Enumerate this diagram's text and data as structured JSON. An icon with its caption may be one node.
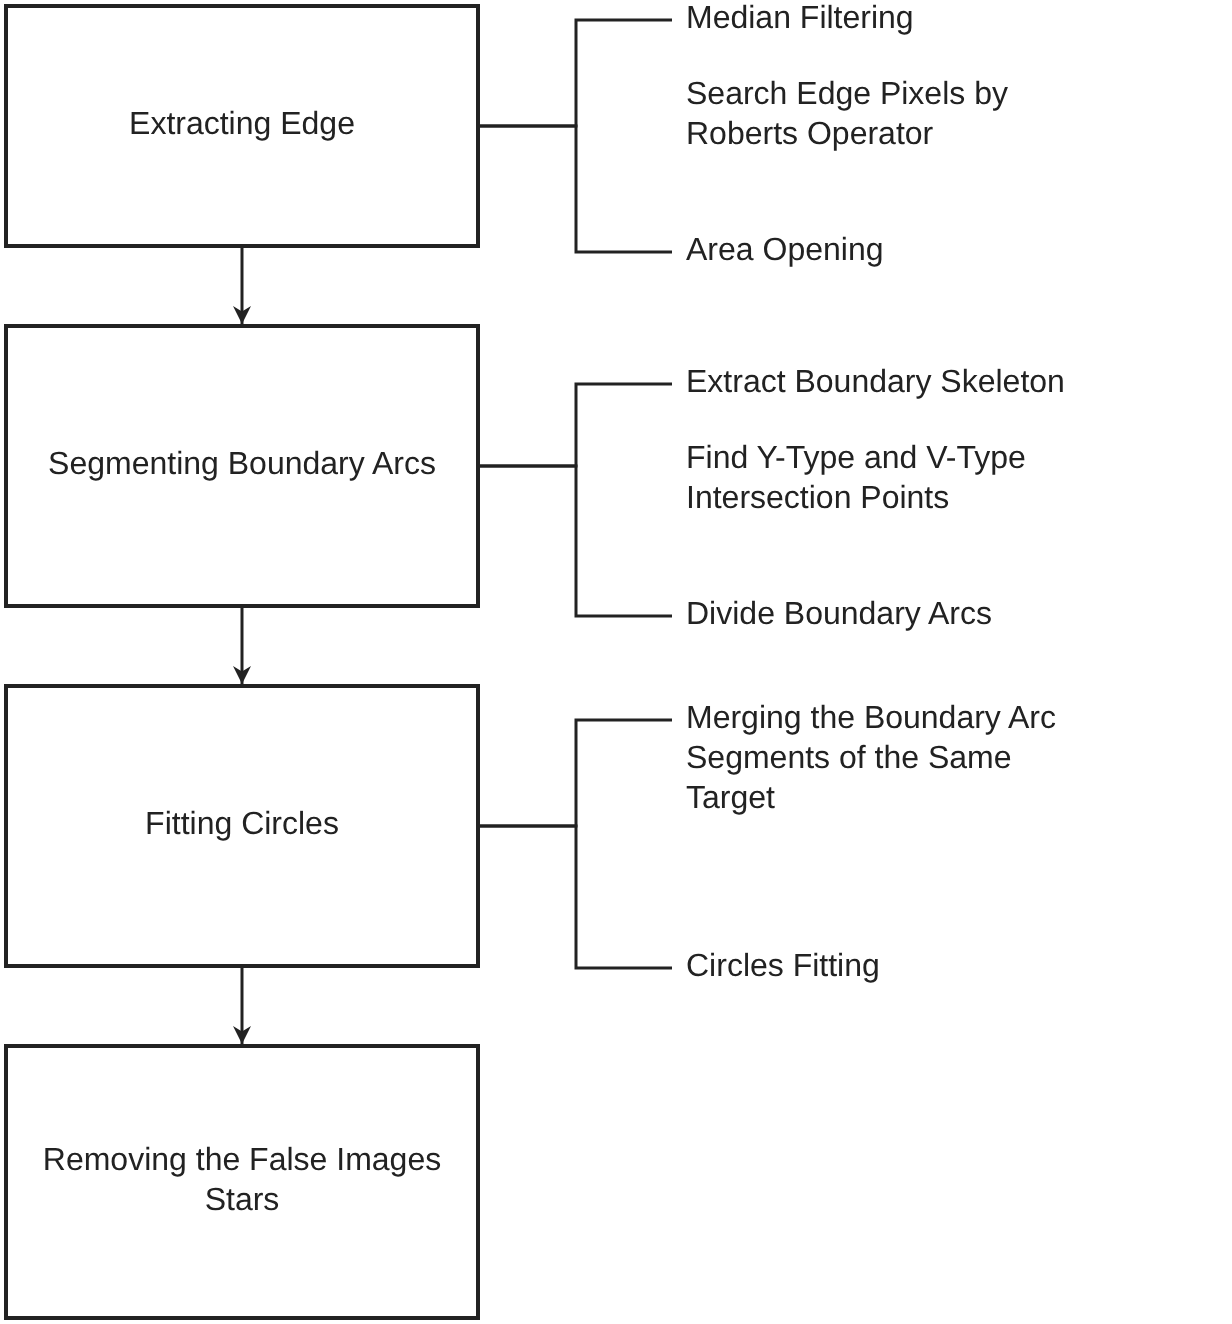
{
  "diagram": {
    "nodes": [
      {
        "text": [
          "Extracting Edge"
        ]
      },
      {
        "text": [
          "Median Filtering"
        ]
      },
      {
        "text": [
          "Search Edge Pixels by Roberts Operator"
        ]
      },
      {
        "text": [
          "Area Opening"
        ]
      },
      {
        "text": [
          "Segmenting Boundary Arcs"
        ]
      },
      {
        "text": [
          "Extract Boundary Skeleton"
        ]
      },
      {
        "text": [
          "Find Y-Type and V-Type Intersection Points"
        ]
      },
      {
        "text": [
          "Divide Boundary Arcs"
        ]
      },
      {
        "text": [
          "Fitting Circles"
        ]
      },
      {
        "text": [
          "Merging the Boundary Arc Segments of the Same Target"
        ]
      },
      {
        "text": [
          "Circles Fitting"
        ]
      },
      {
        "text": [
          "Removing the False Images Stars"
        ]
      }
    ],
    "edges": [
      {
        "from": 0,
        "to": 4,
        "arrow": "to"
      },
      {
        "from": 4,
        "to": 8,
        "arrow": "to"
      },
      {
        "from": 8,
        "to": 11,
        "arrow": "to"
      },
      {
        "from": 0,
        "to": 1,
        "arrow": "none"
      },
      {
        "from": 0,
        "to": 3,
        "arrow": "none"
      },
      {
        "from": 4,
        "to": 5,
        "arrow": "none"
      },
      {
        "from": 4,
        "to": 7,
        "arrow": "none"
      },
      {
        "from": 8,
        "to": 9,
        "arrow": "none"
      },
      {
        "from": 8,
        "to": 10,
        "arrow": "none"
      }
    ]
  }
}
